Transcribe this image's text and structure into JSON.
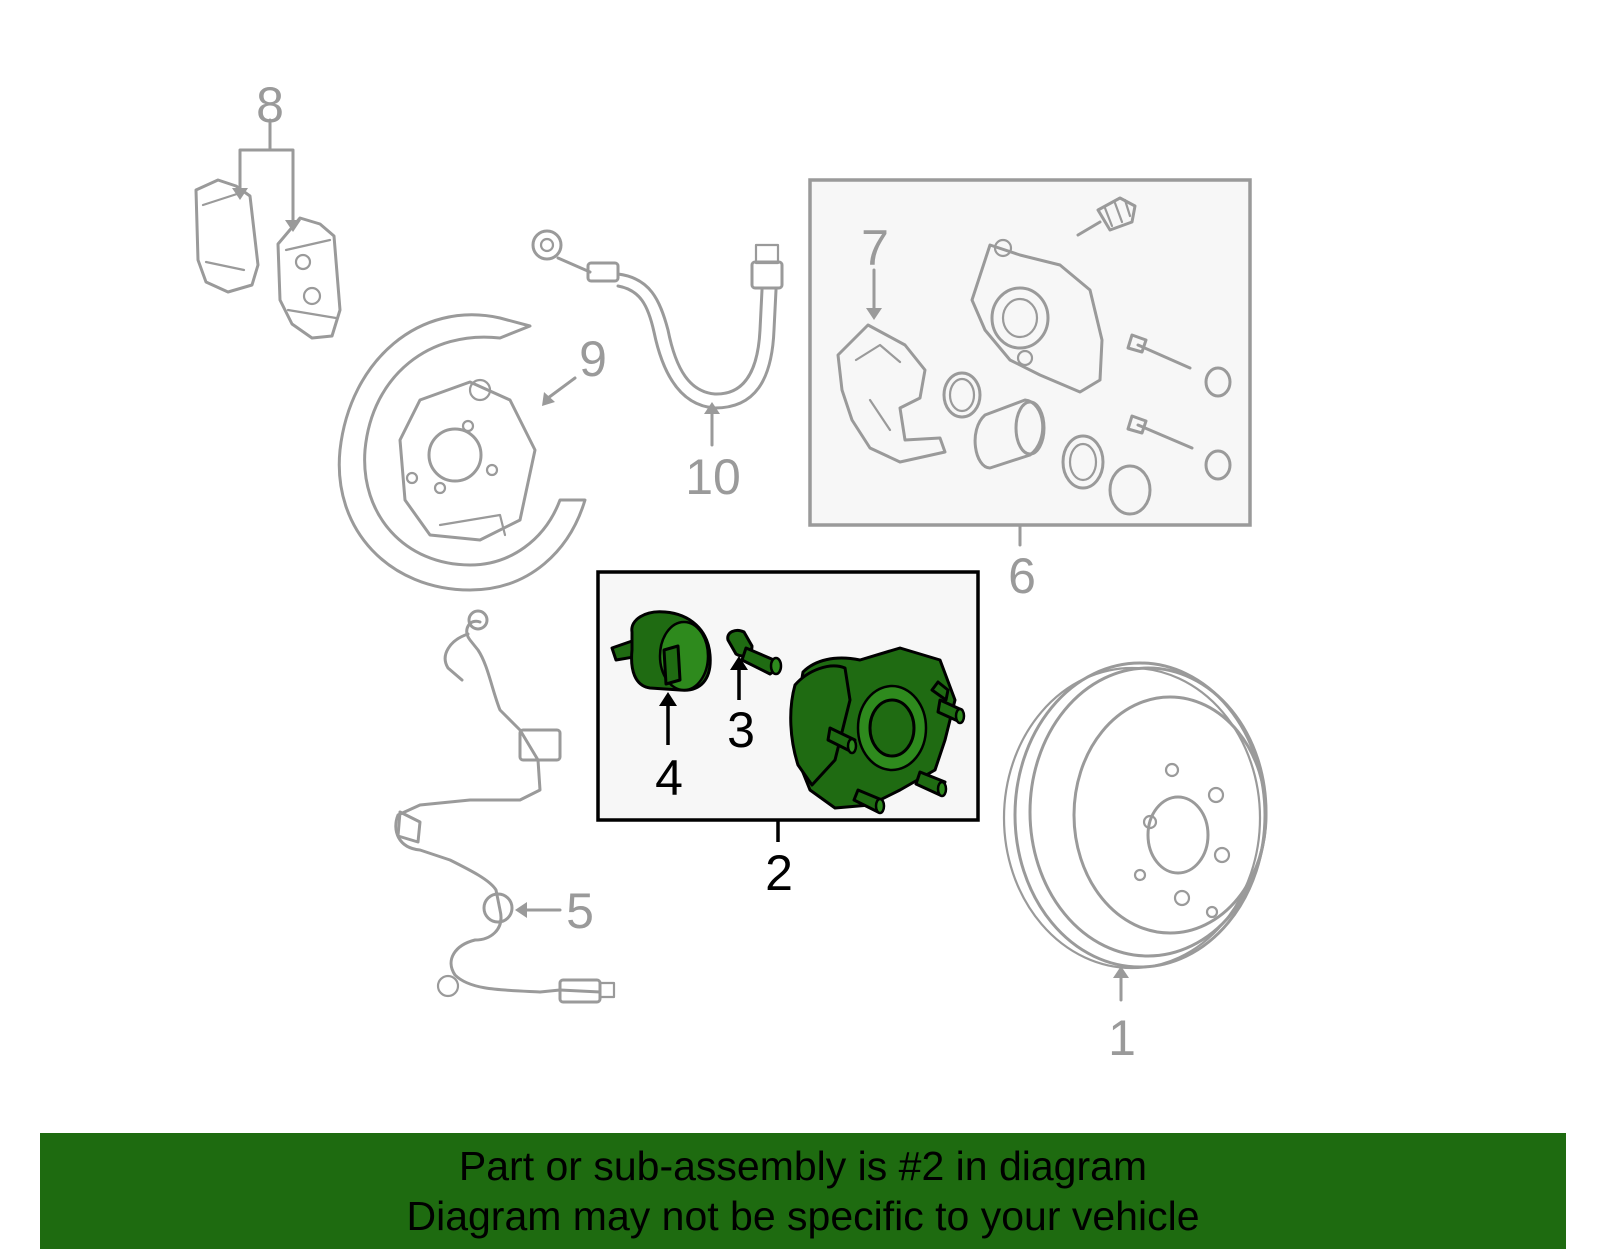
{
  "callouts": {
    "c1": "1",
    "c2": "2",
    "c3": "3",
    "c4": "4",
    "c5": "5",
    "c6": "6",
    "c7": "7",
    "c8": "8",
    "c9": "9",
    "c10": "10"
  },
  "highlight": {
    "part": "2",
    "color": "#1e6b10"
  },
  "banner": {
    "line1": "Part or sub-assembly is #2 in diagram",
    "line2": "Diagram may not be specific to your vehicle"
  }
}
